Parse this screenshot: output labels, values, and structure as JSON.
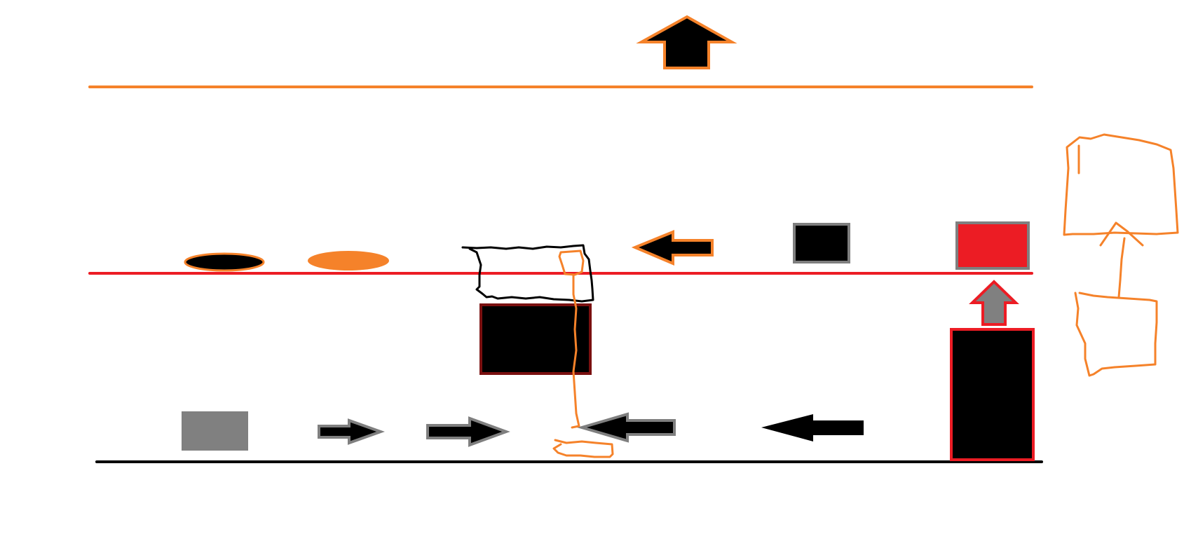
{
  "colors": {
    "background": "#ffffff",
    "orange": "#f5822a",
    "red": "#ec1c24",
    "dark_red": "#7a1010",
    "black": "#000000",
    "gray": "#808080",
    "gray_stroke": "#7f7f7f"
  },
  "lines": [
    {
      "name": "orange-top-line",
      "color": "orange"
    },
    {
      "name": "red-middle-line",
      "color": "red"
    },
    {
      "name": "black-bottom-line",
      "color": "black"
    }
  ],
  "shapes": [
    {
      "name": "orange-outline-up-arrow",
      "shape": "arrow",
      "direction": "up",
      "fill": "black",
      "stroke": "orange"
    },
    {
      "name": "black-ellipse-orange-outline",
      "shape": "ellipse",
      "fill": "black",
      "stroke": "orange"
    },
    {
      "name": "orange-ellipse",
      "shape": "ellipse",
      "fill": "orange"
    },
    {
      "name": "left-arrow-orange-outline",
      "shape": "arrow",
      "direction": "left",
      "fill": "black",
      "stroke": "orange"
    },
    {
      "name": "black-square-gray-outline",
      "shape": "rectangle",
      "fill": "black",
      "stroke": "gray"
    },
    {
      "name": "red-rectangle-gray-outline",
      "shape": "rectangle",
      "fill": "red",
      "stroke": "gray"
    },
    {
      "name": "black-rectangle-dark-red-outline",
      "shape": "rectangle",
      "fill": "black",
      "stroke": "dark_red"
    },
    {
      "name": "gray-up-arrow-red-outline",
      "shape": "arrow",
      "direction": "up",
      "fill": "gray",
      "stroke": "red"
    },
    {
      "name": "tall-black-rectangle-red-outline",
      "shape": "rectangle",
      "fill": "black",
      "stroke": "red"
    },
    {
      "name": "gray-square",
      "shape": "rectangle",
      "fill": "gray"
    },
    {
      "name": "small-right-arrow-gray-outline",
      "shape": "arrow",
      "direction": "right",
      "fill": "black",
      "stroke": "gray"
    },
    {
      "name": "right-arrow-gray-outline",
      "shape": "arrow",
      "direction": "right",
      "fill": "black",
      "stroke": "gray"
    },
    {
      "name": "left-arrow-gray-outline",
      "shape": "arrow",
      "direction": "left",
      "fill": "black",
      "stroke": "gray"
    },
    {
      "name": "black-left-arrow",
      "shape": "arrow",
      "direction": "left",
      "fill": "black"
    }
  ],
  "freehand": [
    {
      "name": "freehand-black-box",
      "color": "black"
    },
    {
      "name": "freehand-orange-vertical-path",
      "color": "orange"
    },
    {
      "name": "freehand-orange-small-loop",
      "color": "orange"
    },
    {
      "name": "freehand-orange-upper-box",
      "color": "orange"
    },
    {
      "name": "freehand-orange-lower-box",
      "color": "orange"
    },
    {
      "name": "freehand-orange-connector",
      "color": "orange"
    },
    {
      "name": "freehand-orange-caret",
      "color": "orange"
    },
    {
      "name": "freehand-orange-tick",
      "color": "orange"
    }
  ]
}
